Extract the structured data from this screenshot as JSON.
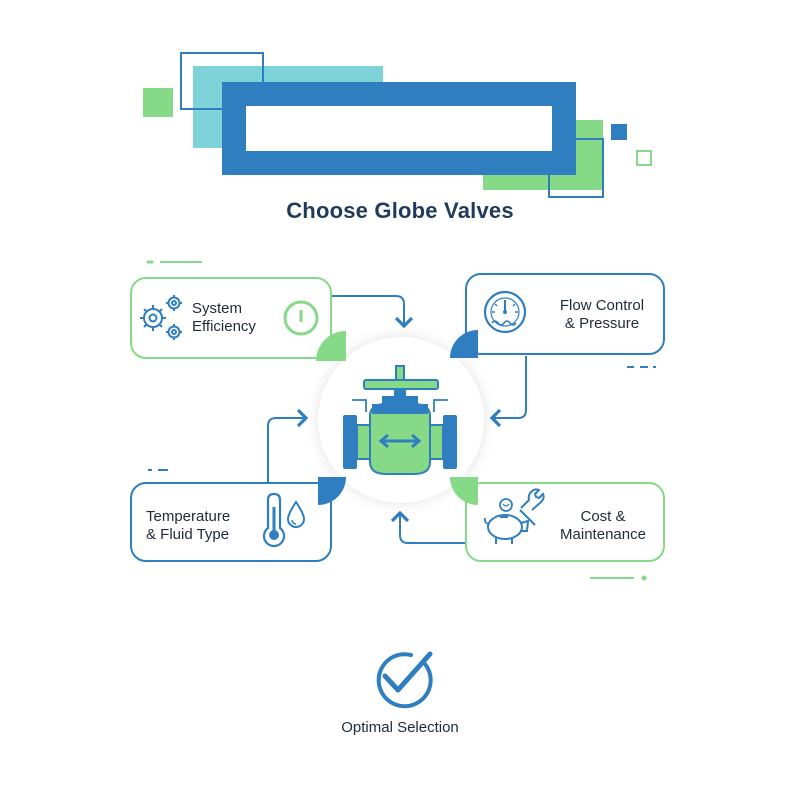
{
  "title": "Choose Globe Valves",
  "cards": {
    "system_efficiency": {
      "label": "System\nEfficiency"
    },
    "flow_control": {
      "label": "Flow Control\n& Pressure"
    },
    "temperature": {
      "label": "Temperature\n& Fluid Type"
    },
    "cost": {
      "label": "Cost &\nMaintenance"
    }
  },
  "result": {
    "label": "Optimal Selection"
  },
  "icons": {
    "efficiency": [
      "gears-icon",
      "power-button-icon"
    ],
    "flow": [
      "gauge-icon"
    ],
    "temperature": [
      "thermometer-icon",
      "water-drop-icon"
    ],
    "cost": [
      "piggy-bank-icon",
      "wrench-icon"
    ],
    "center": "globe-valve-icon",
    "result": "check-circle-icon"
  },
  "colors": {
    "blue": "#2f7fc0",
    "green": "#86d986",
    "teal": "#7dd3d8",
    "navy": "#1f3a5a"
  }
}
